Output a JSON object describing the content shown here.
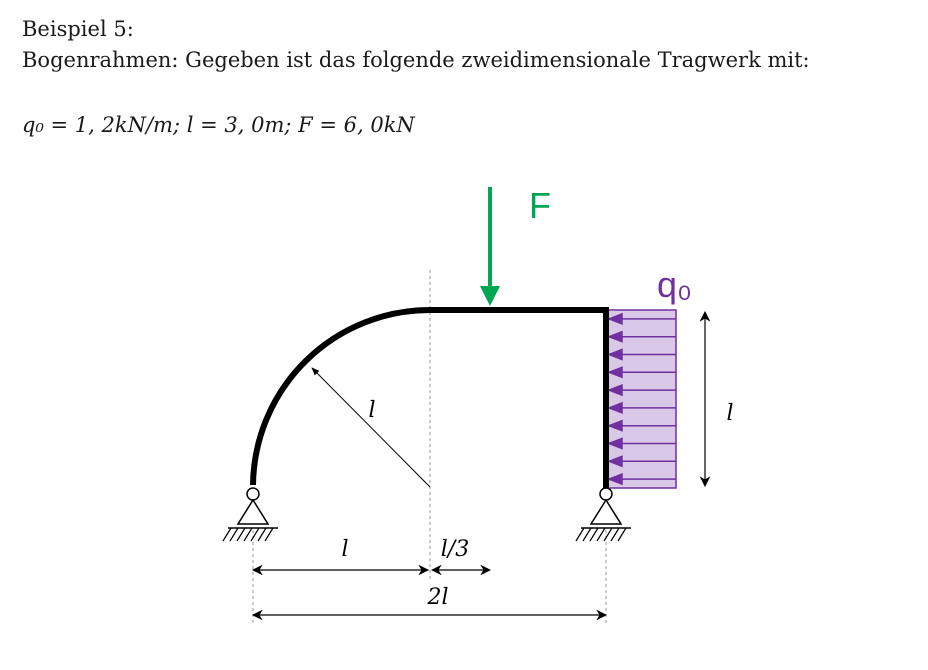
{
  "heading": "Beispiel 5:",
  "description": "Bogenrahmen: Gegeben ist das folgende zweidimensionale Tragwerk mit:",
  "given_values": "q₀ = 1, 2kN/m; l = 3, 0m; F = 6, 0kN",
  "figure": {
    "force_label": "F",
    "load_label": "q₀",
    "radius_label": "l",
    "height_label": "l",
    "dim_span_l": "l",
    "dim_l_third": "l/3",
    "dim_total": "2l",
    "colors": {
      "frame": "#000000",
      "force": "#00a651",
      "load_stroke": "#7030a0",
      "load_fill": "#d9c8e6",
      "helper_lines": "#999999"
    }
  }
}
